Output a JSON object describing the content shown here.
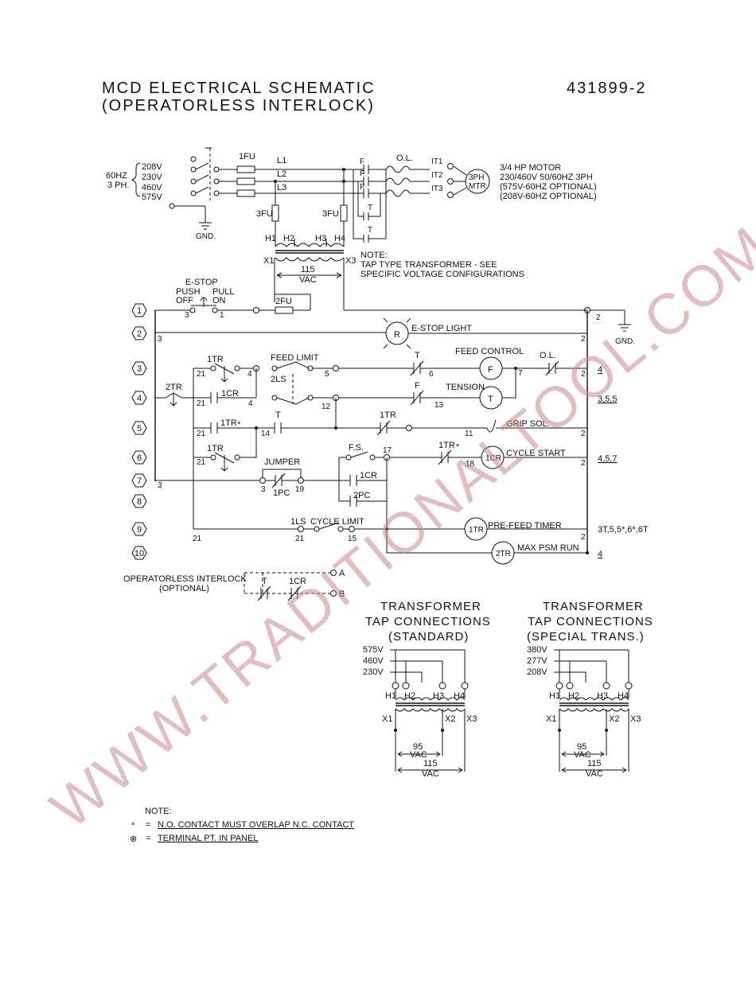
{
  "title": {
    "line1": "MCD ELECTRICAL SCHEMATIC",
    "line2": "(OPERATORLESS INTERLOCK)",
    "drawing_number": "431899-2"
  },
  "supply": {
    "freq": "60HZ",
    "phase": "3 PH.",
    "voltages": [
      "208V",
      "230V",
      "460V",
      "575V"
    ],
    "ground": "GND."
  },
  "power_labels": {
    "fuse_main": "1FU",
    "lines": [
      "L1",
      "L2",
      "L3"
    ],
    "fuse_tr_left": "3FU",
    "fuse_tr_right": "3FU",
    "f_marks": [
      "F",
      "F",
      "F"
    ],
    "overload": "O.L.",
    "motor_terms": [
      "IT1",
      "IT2",
      "IT3"
    ],
    "motor_top": "3PH",
    "motor_bottom": "MTR",
    "t_marks": [
      "T",
      "T"
    ]
  },
  "motor_spec": [
    "3/4 HP MOTOR",
    "230/460V 50/60HZ 3PH",
    "(575V-60HZ OPTIONAL)",
    "(208V-60HZ OPTIONAL)"
  ],
  "transformer": {
    "h_terms": [
      "H1",
      "H2",
      "H3",
      "H4"
    ],
    "x_left": "X1",
    "x_right": "X3",
    "vac_value": "115",
    "vac_unit": "VAC",
    "note_title": "NOTE:",
    "note_line1": "TAP TYPE TRANSFORMER - SEE",
    "note_line2": "SPECIFIC VOLTAGE CONFIGURATIONS"
  },
  "estop": {
    "title": "E-STOP",
    "push": "PUSH",
    "off": "OFF",
    "pull": "PULL",
    "on": "ON",
    "wire_in": "3",
    "wire_out": "1",
    "fuse": "2FU"
  },
  "rungs": [
    "1",
    "2",
    "3",
    "4",
    "5",
    "6",
    "7",
    "8",
    "9",
    "10"
  ],
  "wire_numbers": {
    "w2_right": "2",
    "w3_r2": "3",
    "w2_r2": "2",
    "w21_r3": "21",
    "w4_r3": "4",
    "w5_r3": "5",
    "w6_r3": "6",
    "w7_r3": "7",
    "w2_r3": "2",
    "w21_r4": "21",
    "w4_r4": "4",
    "w12_r4": "12",
    "w13_r4": "13",
    "w21_r5": "21",
    "w14_r5": "14",
    "w11_r5": "11",
    "w2_r5": "2",
    "w21_r6": "21",
    "w17_r6": "17",
    "w18_r6": "18",
    "w2_r6": "2",
    "w3_r7": "3",
    "w3b_r7": "3",
    "w19_r7": "19",
    "w21_r9": "21",
    "w21b_r9": "21",
    "w15_r9": "15",
    "w2_r9": "2"
  },
  "components": {
    "estop_light_sym": "R",
    "estop_light": "E-STOP LIGHT",
    "tr1_a": "1TR",
    "feed_limit": "FEED LIMIT",
    "ls2": "2LS",
    "t_r3": "T",
    "feed_control": "FEED CONTROL",
    "f_sym": "F",
    "ol_r3": "O.L.",
    "tr2": "2TR",
    "cr1_r4": "1CR",
    "f_r4": "F",
    "tension": "TENSION",
    "t_sym": "T",
    "tr1_r5": "1TR",
    "t_r5": "T",
    "tr1_r5b": "1TR",
    "grip_sol": "GRIP SOL.",
    "tr1_r6": "1TR",
    "jumper": "JUMPER",
    "fs": "F.S.",
    "tr1_r6b": "1TR",
    "cr1_sym": "1CR",
    "cycle_start": "CYCLE START",
    "pc1": "1PC",
    "cr1_r7": "1CR",
    "pc2": "2PC",
    "ls1": "1LS",
    "cycle_limit": "CYCLE LIMIT",
    "tr1_sym": "1TR",
    "pre_feed_timer": "PRE-FEED TIMER",
    "tr2_sym": "2TR",
    "max_psm_run": "MAX PSM RUN",
    "asterisk": "*"
  },
  "cross_refs": {
    "r3": "4",
    "r4": "3,5,5",
    "r6": "4,5,7",
    "r9": "3T,5,5*,6*,6T",
    "r10": "4"
  },
  "interlock": {
    "label1": "OPERATORLESS INTERLOCK",
    "label2": "(OPTIONAL)",
    "t": "T",
    "cr": "1CR",
    "a": "A",
    "b": "B"
  },
  "tap_standard": {
    "title1": "TRANSFORMER",
    "title2": "TAP CONNECTIONS",
    "title3": "(STANDARD)",
    "volts": [
      "575V",
      "460V",
      "230V"
    ],
    "h_terms": [
      "H1",
      "H2",
      "H3",
      "H4"
    ],
    "x_terms": [
      "X1",
      "X2",
      "X3"
    ],
    "v95": "95",
    "v115": "115",
    "vac": "VAC"
  },
  "tap_special": {
    "title1": "TRANSFORMER",
    "title2": "TAP CONNECTIONS",
    "title3": "(SPECIAL TRANS.)",
    "volts": [
      "380V",
      "277V",
      "208V"
    ],
    "h_terms": [
      "H1",
      "H2",
      "H3",
      "H4"
    ],
    "x_terms": [
      "X1",
      "X2",
      "X3"
    ],
    "v95": "95",
    "v115": "115",
    "vac": "VAC"
  },
  "notes": {
    "title": "NOTE:",
    "star_sym": "*",
    "star_eq": "=",
    "star_text": "N.O. CONTACT MUST OVERLAP N.C. CONTACT",
    "term_sym": "⊗",
    "term_eq": "=",
    "term_text": "TERMINAL PT. IN PANEL"
  },
  "watermark": "WWW.TRADITIONALTOOL.COM",
  "colors": {
    "ink": "#111111",
    "watermark": "#c98b8b",
    "paper": "#ffffff"
  }
}
